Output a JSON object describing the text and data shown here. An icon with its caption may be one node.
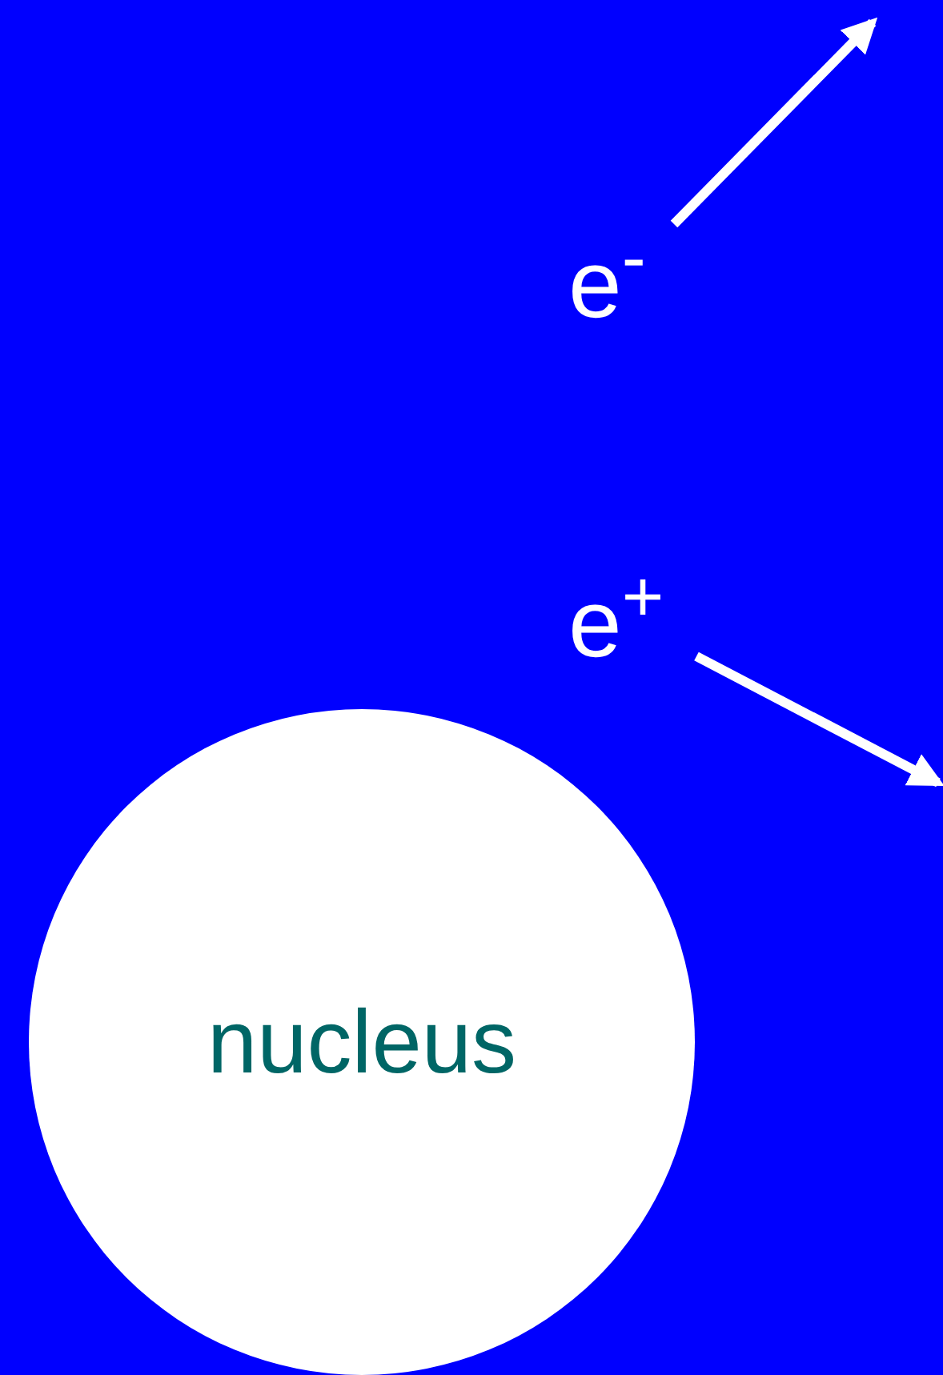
{
  "diagram": {
    "nodes": [
      {
        "text": [
          "e$^{-}$"
        ]
      },
      {
        "text": [
          "e$^{+}$"
        ]
      },
      {
        "text": [
          "nucleus"
        ]
      }
    ],
    "edges": [
      {
        "from": 0,
        "to": null,
        "arrow": "to"
      },
      {
        "from": 1,
        "to": null,
        "arrow": "to"
      }
    ]
  }
}
